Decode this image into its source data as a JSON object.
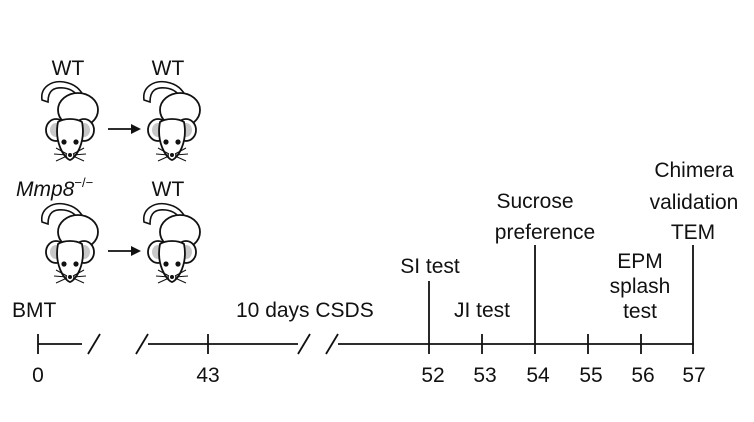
{
  "panel": {
    "row1": {
      "donor": "WT",
      "recipient": "WT"
    },
    "row2": {
      "donor": "Mmp8",
      "donor_sup": "−/−",
      "recipient": "WT"
    }
  },
  "timeline": {
    "start_label": "BMT",
    "interval_label": "10 days CSDS",
    "ticks": [
      "0",
      "43",
      "52",
      "53",
      "54",
      "55",
      "56",
      "57"
    ],
    "events": {
      "si_test": "SI test",
      "ji_test": "JI test",
      "sucrose_l1": "Sucrose",
      "sucrose_l2": "preference",
      "epm_l1": "EPM",
      "epm_l2": "splash",
      "epm_l3": "test",
      "chimera_l1": "Chimera",
      "chimera_l2": "validation",
      "chimera_l3": "TEM"
    }
  },
  "icons": [
    "mouse-icon",
    "arrow-icon"
  ]
}
